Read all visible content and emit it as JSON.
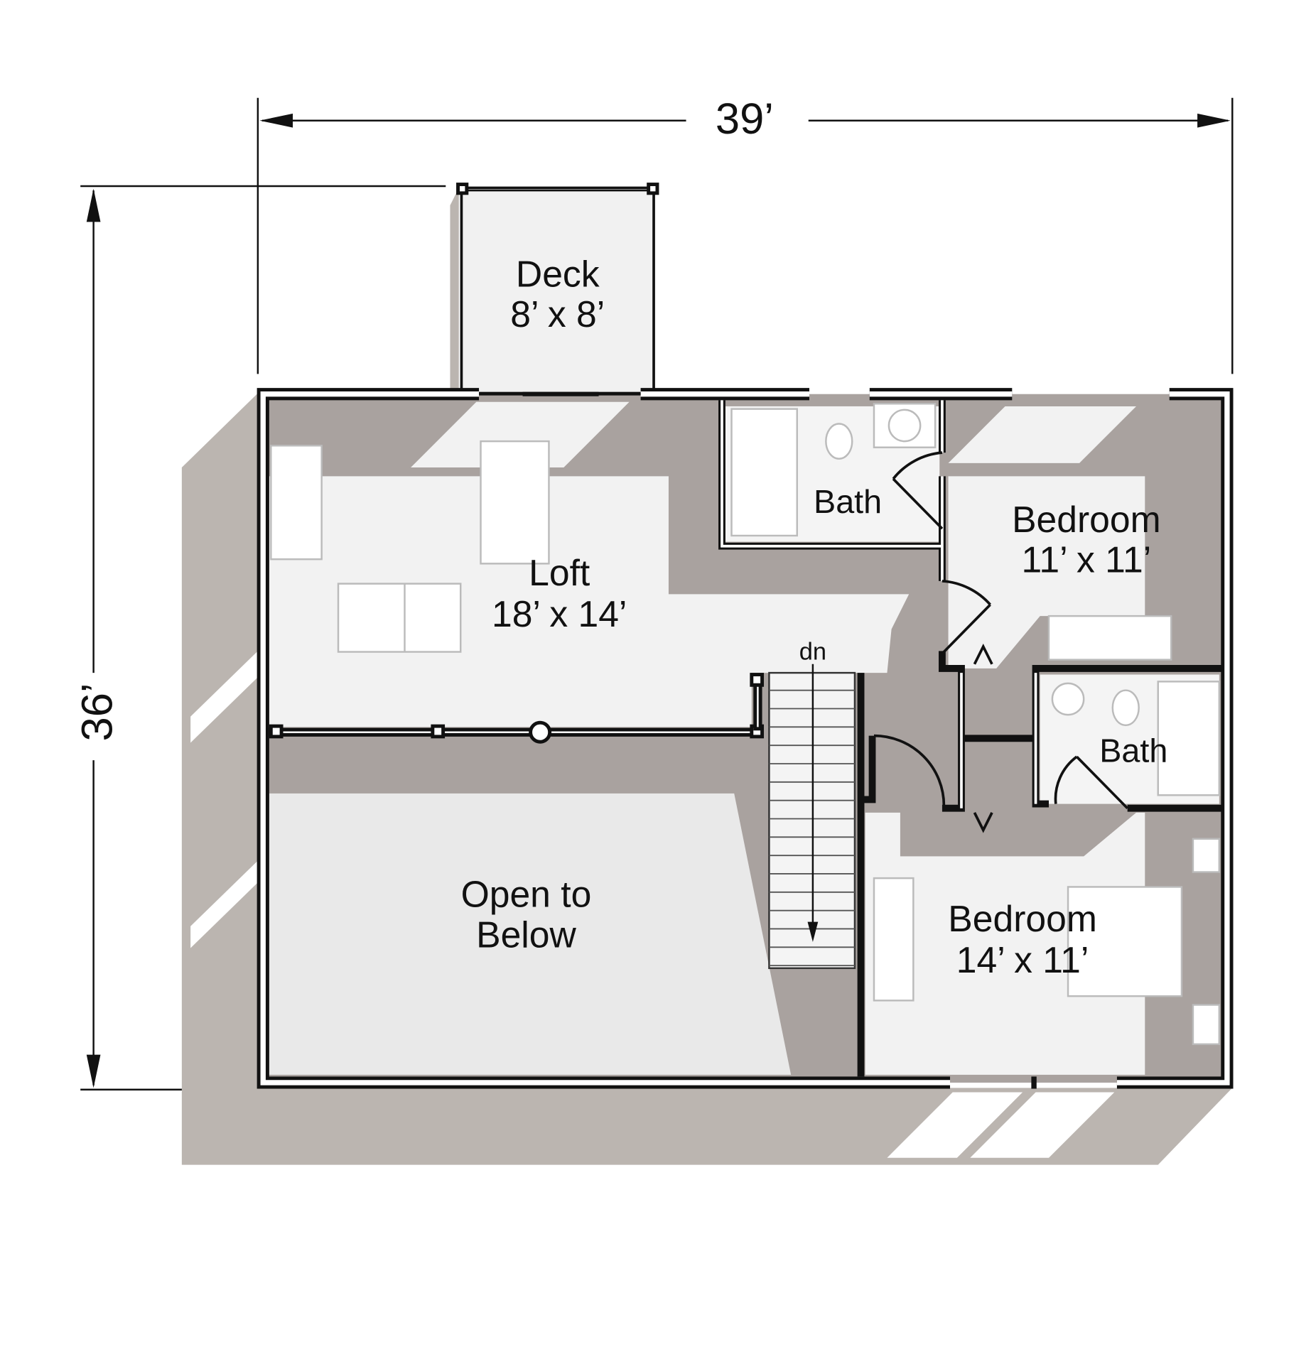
{
  "dimensions": {
    "width_label": "39’",
    "depth_label": "36’"
  },
  "rooms": {
    "deck": {
      "name": "Deck",
      "size": "8’ x 8’"
    },
    "loft": {
      "name": "Loft",
      "size": "18’ x 14’"
    },
    "bath_upper": {
      "name": "Bath"
    },
    "bedroom_upper": {
      "name": "Bedroom",
      "size": "11’ x 11’"
    },
    "bath_lower": {
      "name": "Bath"
    },
    "bedroom_lower": {
      "name": "Bedroom",
      "size": "14’ x 11’"
    },
    "open_below": {
      "line1": "Open to",
      "line2": "Below"
    }
  },
  "stairs": {
    "label": "dn"
  },
  "colors": {
    "shadow": "#bbb5b0",
    "shade": "#a9a29f",
    "floor": "#f2f2f2",
    "open": "#e9e9e9",
    "wall": "#111111"
  }
}
